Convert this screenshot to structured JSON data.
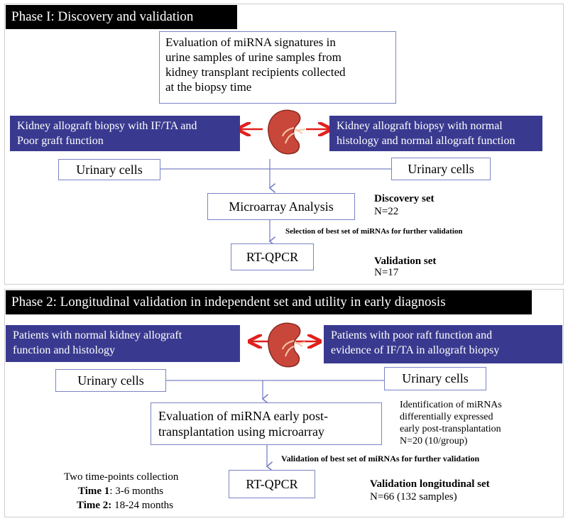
{
  "colors": {
    "panel_border": "#cfcfcf",
    "title_bg": "#000000",
    "blue_box": "#393a8f",
    "box_border": "#7b84c6",
    "connector": "#7b84c6",
    "red_arrow": "#e0201c",
    "kidney": "#c9473a"
  },
  "phase1": {
    "title": "Phase I: Discovery and validation",
    "evaluation_lines": [
      "Evaluation of miRNA signatures in",
      "urine samples of urine samples from",
      "kidney transplant recipients collected",
      "at the biopsy time"
    ],
    "left_blue_lines": [
      "Kidney allograft biopsy with IF/TA and",
      "Poor graft function"
    ],
    "right_blue_lines": [
      "Kidney allograft biopsy with normal",
      "histology and normal allograft function"
    ],
    "urinary_left": "Urinary cells",
    "urinary_right": "Urinary cells",
    "microarray": "Microarray Analysis",
    "discovery_title": "Discovery set",
    "discovery_n": "N=22",
    "selection_note": "Selection of best set of miRNAs for further validation",
    "rtqpcr": "RT-QPCR",
    "validation_title": "Validation set",
    "validation_n": "N=17"
  },
  "phase2": {
    "title": "Phase 2: Longitudinal validation in independent set and utility in early diagnosis",
    "left_blue_lines": [
      "Patients with normal kidney allograft",
      "function and histology"
    ],
    "right_blue_lines": [
      "Patients with poor raft function and",
      "evidence of IF/TA in allograft biopsy"
    ],
    "urinary_left": "Urinary cells",
    "urinary_right": "Urinary cells",
    "evaluation_lines": [
      "Evaluation of miRNA early post-",
      "transplantation using microarray"
    ],
    "identification_lines": [
      "Identification of miRNAs",
      "differentially expressed",
      "early post-transplantation",
      "N=20 (10/group)"
    ],
    "validation_note": "Validation of best set of miRNAs for further validation",
    "collection_title": "Two time-points collection",
    "time1_label": "Time 1",
    "time1_value": ": 3-6 months",
    "time2_label": "Time 2:",
    "time2_value": " 18-24 months",
    "rtqpcr": "RT-QPCR",
    "longitudinal_title": "Validation longitudinal set",
    "longitudinal_n": "N=66 (132 samples)"
  }
}
